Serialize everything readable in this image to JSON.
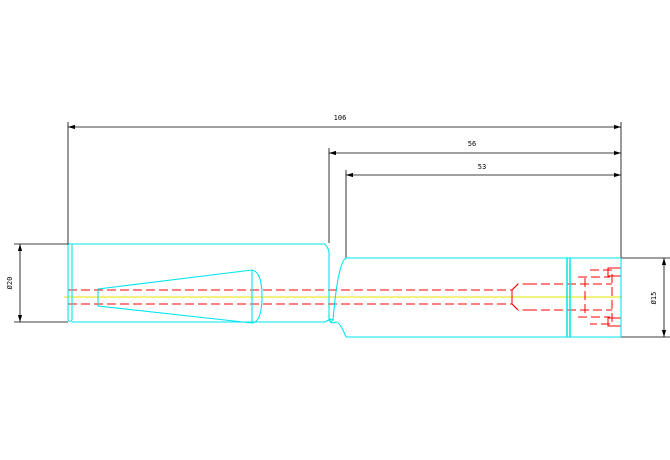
{
  "dimensions": {
    "overall_length": "106",
    "body_length": "56",
    "shaft_length": "53",
    "head_diameter": "Ø20",
    "shaft_diameter": "Ø15"
  },
  "colors": {
    "outline": "#00e5ee",
    "hidden": "#ff0000",
    "centerline": "#e6e600",
    "dimension": "#000000",
    "background": "#ffffff"
  }
}
